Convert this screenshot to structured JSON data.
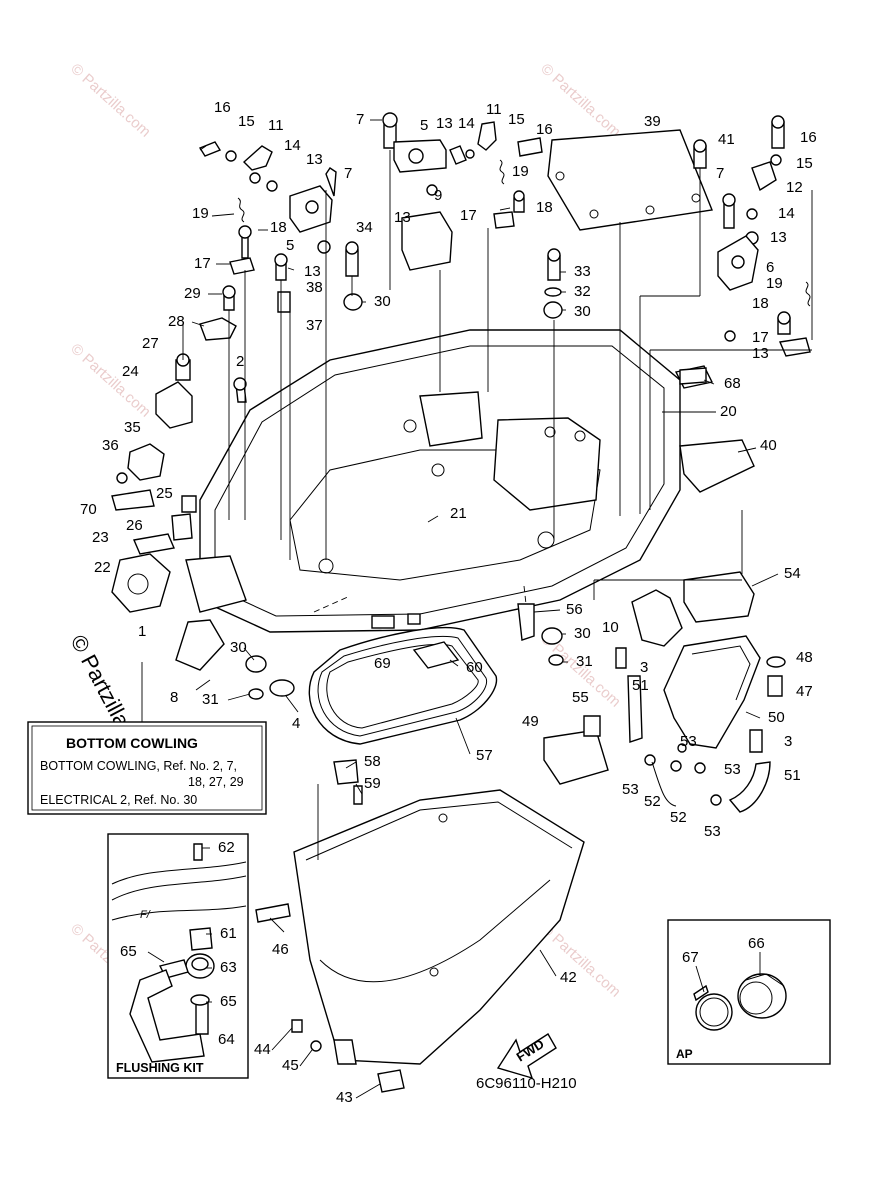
{
  "diagram_code": "6C96110-H210",
  "watermark": "© Partzilla.com",
  "watermark_vertical": "© Partzilla.com",
  "info_box": {
    "title": "BOTTOM COWLING",
    "line1": "BOTTOM COWLING,  Ref. No. 2, 7,",
    "line2": "18, 27, 29",
    "line3": "ELECTRICAL 2,  Ref. No. 30"
  },
  "flushing_kit": {
    "label": "FLUSHING KIT"
  },
  "ap_box": {
    "label": "AP"
  },
  "fwd": "FWD",
  "callouts": {
    "c1": "1",
    "c2": "2",
    "c3a": "3",
    "c3b": "3",
    "c4": "4",
    "c5a": "5",
    "c5b": "5",
    "c6": "6",
    "c7a": "7",
    "c7b": "7",
    "c7c": "7",
    "c8": "8",
    "c9": "9",
    "c10": "10",
    "c11a": "11",
    "c11b": "11",
    "c12": "12",
    "c13a": "13",
    "c13b": "13",
    "c13c": "13",
    "c13d": "13",
    "c13e": "13",
    "c14a": "14",
    "c14b": "14",
    "c14c": "14",
    "c15a": "15",
    "c15b": "15",
    "c15c": "15",
    "c16a": "16",
    "c16b": "16",
    "c16c": "16",
    "c17a": "17",
    "c17b": "17",
    "c17c": "17",
    "c18a": "18",
    "c18b": "18",
    "c18c": "18",
    "c19a": "19",
    "c19b": "19",
    "c19c": "19",
    "c20": "20",
    "c21": "21",
    "c22": "22",
    "c23": "23",
    "c24": "24",
    "c25": "25",
    "c26": "26",
    "c27": "27",
    "c28": "28",
    "c29": "29",
    "c30a": "30",
    "c30b": "30",
    "c30c": "30",
    "c30d": "30",
    "c31a": "31",
    "c31b": "31",
    "c32": "32",
    "c33": "33",
    "c34": "34",
    "c35": "35",
    "c36": "36",
    "c37": "37",
    "c38": "38",
    "c39": "39",
    "c40": "40",
    "c41": "41",
    "c42": "42",
    "c43": "43",
    "c44": "44",
    "c45": "45",
    "c46": "46",
    "c47": "47",
    "c48": "48",
    "c49": "49",
    "c50": "50",
    "c51a": "51",
    "c51b": "51",
    "c52a": "52",
    "c52b": "52",
    "c53a": "53",
    "c53b": "53",
    "c53c": "53",
    "c53d": "53",
    "c54": "54",
    "c55": "55",
    "c56": "56",
    "c57": "57",
    "c58": "58",
    "c59": "59",
    "c60": "60",
    "c61": "61",
    "c62": "62",
    "c63": "63",
    "c64": "64",
    "c65a": "65",
    "c65b": "65",
    "c66": "66",
    "c67": "67",
    "c68": "68",
    "c69": "69",
    "c70": "70"
  }
}
